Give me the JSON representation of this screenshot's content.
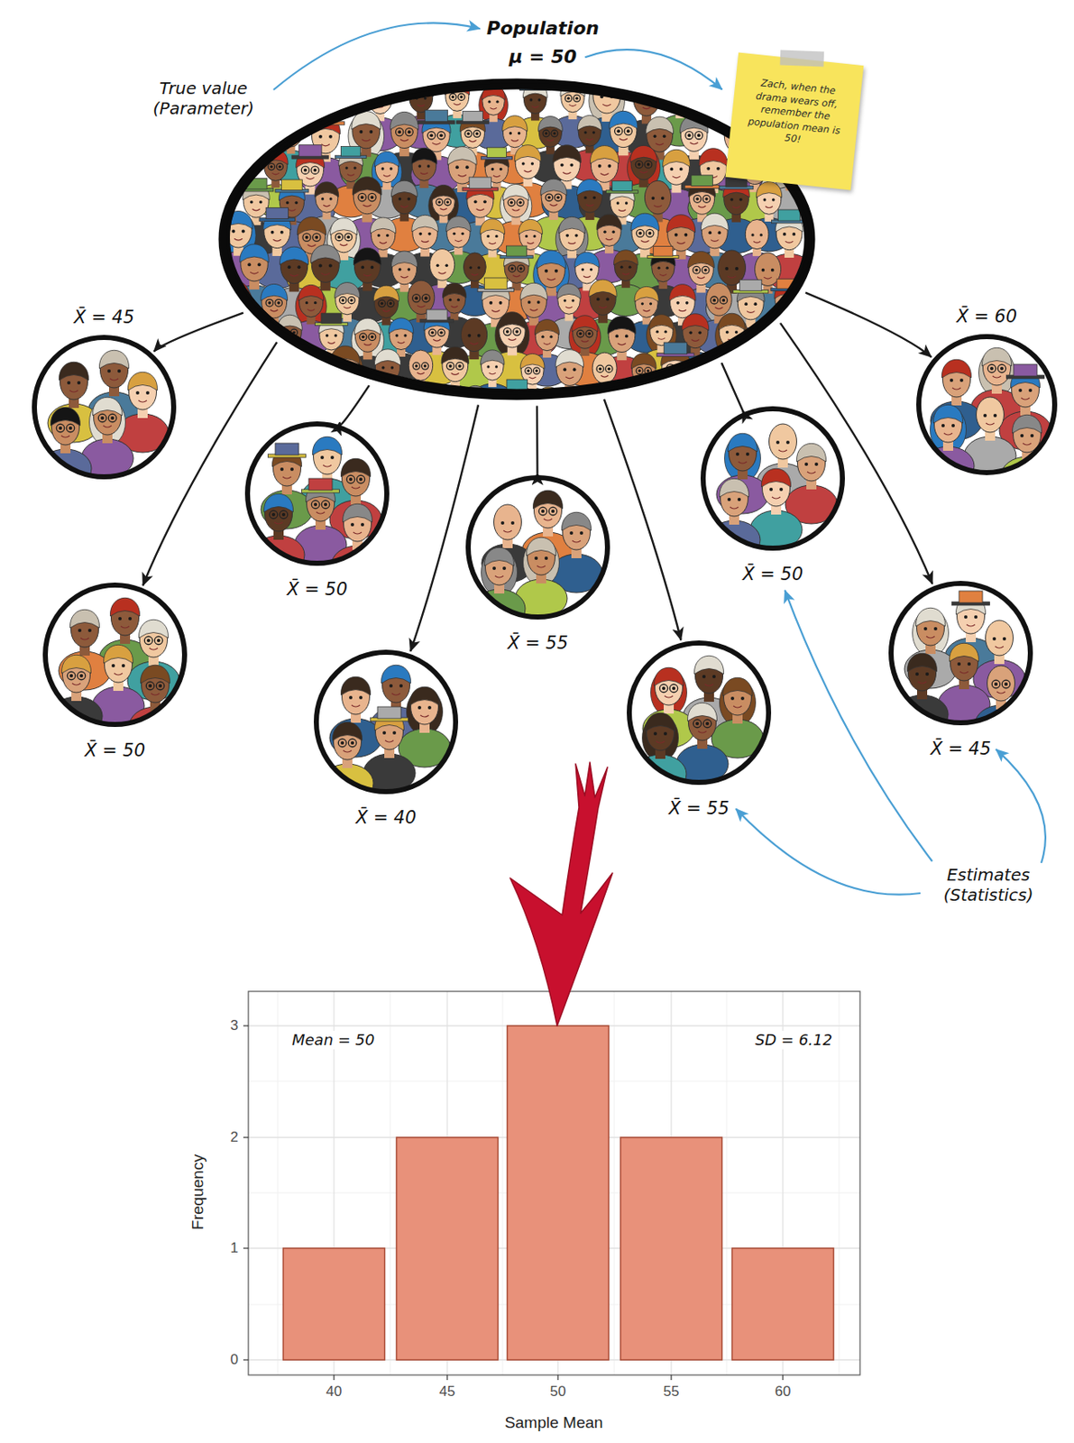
{
  "diagram": {
    "nodes": [
      {
        "text": [
          "Population",
          "μ = 50"
        ]
      },
      {
        "text": [
          "Zach, when the drama wears off, remember the population mean is 50!"
        ]
      },
      {
        "text": [
          "X̄ = 45"
        ]
      },
      {
        "text": [
          "X̄ = 60"
        ]
      },
      {
        "text": [
          "X̄ = 50"
        ]
      },
      {
        "text": [
          "X̄ = 55"
        ]
      },
      {
        "text": [
          "X̄ = 50"
        ]
      },
      {
        "text": [
          "X̄ = 50"
        ]
      },
      {
        "text": [
          "X̄ = 40"
        ]
      },
      {
        "text": [
          "X̄ = 55"
        ]
      },
      {
        "text": [
          "X̄ = 45"
        ]
      }
    ],
    "edges": [
      {
        "from": 0,
        "to": 1,
        "arrow": "to"
      },
      {
        "from": 0,
        "to": 2,
        "arrow": "to"
      },
      {
        "from": 0,
        "to": 3,
        "arrow": "to"
      },
      {
        "from": 0,
        "to": 4,
        "arrow": "to"
      },
      {
        "from": 0,
        "to": 5,
        "arrow": "to"
      },
      {
        "from": 0,
        "to": 6,
        "arrow": "to"
      },
      {
        "from": 0,
        "to": 7,
        "arrow": "to"
      },
      {
        "from": 0,
        "to": 8,
        "arrow": "to"
      },
      {
        "from": 0,
        "to": 9,
        "arrow": "to"
      },
      {
        "from": 0,
        "to": 10,
        "arrow": "to"
      }
    ],
    "labels": [
      "True value (Parameter)",
      "Estimates (Statistics)",
      "Mean = 50",
      "SD = 6.12",
      "0",
      "1",
      "2",
      "3",
      "40",
      "45",
      "50",
      "55",
      "60",
      "Frequency",
      "Sample Mean"
    ]
  }
}
